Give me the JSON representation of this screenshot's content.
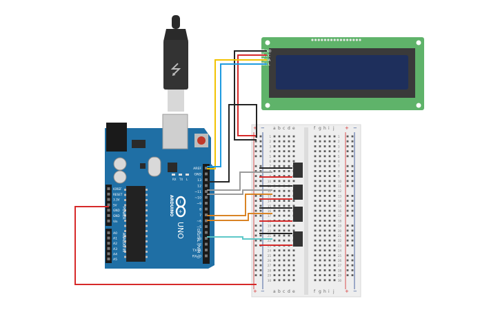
{
  "lcd": {
    "pins": [
      "GND",
      "VCC",
      "SDA",
      "SCL"
    ]
  },
  "arduino": {
    "brand": "ARDUINO",
    "model": "UNO",
    "digital_header_labels": [
      "AREF",
      "GND",
      "13",
      "12",
      "~11",
      "~10",
      "~9",
      "8",
      "7",
      "~6",
      "~5",
      "4",
      "~3",
      "2",
      "TX→1",
      "RX←0"
    ],
    "digital_caption": "DIGITAL (PWM ~)",
    "power_header_labels": [
      "IOREF",
      "RESET",
      "3.3V",
      "5V",
      "GND",
      "GND",
      "Vin"
    ],
    "power_caption": "POWER",
    "analog_header_labels": [
      "A0",
      "A1",
      "A2",
      "A3",
      "A4",
      "A5"
    ],
    "analog_caption": "ANALOG IN",
    "led_labels": [
      "RX",
      "TX",
      "L"
    ]
  },
  "breadboard": {
    "column_letters_left": [
      "a",
      "b",
      "c",
      "d",
      "e"
    ],
    "column_letters_right": [
      "f",
      "g",
      "h",
      "i",
      "j"
    ],
    "rail_plus": "+",
    "rail_minus": "−",
    "row_numbers": [
      "1",
      "2",
      "3",
      "4",
      "5",
      "6",
      "7",
      "8",
      "9",
      "10",
      "11",
      "12",
      "13",
      "14",
      "15",
      "16",
      "17",
      "18",
      "19",
      "20",
      "21",
      "22",
      "23",
      "24",
      "25",
      "26",
      "27",
      "28",
      "29",
      "30"
    ]
  },
  "colors": {
    "board_blue": "#1f6fa5",
    "lcd_green": "#5fb36a",
    "lcd_screen": "#1e2f5c",
    "wire_black": "#222222",
    "wire_red": "#d62828",
    "wire_yellow": "#f2c200",
    "wire_blue": "#1e9be0",
    "wire_gray": "#9a9a9a",
    "wire_orange": "#d98324",
    "wire_cyan": "#5cc8c8"
  }
}
